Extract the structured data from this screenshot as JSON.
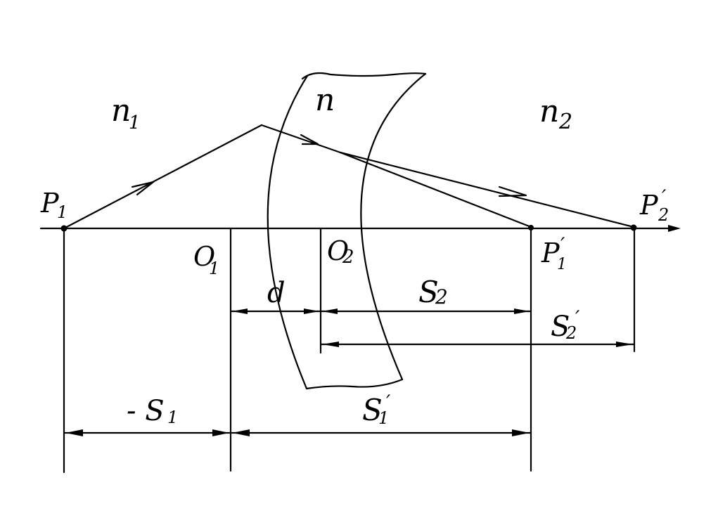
{
  "diagram": {
    "labels": {
      "n1": "n",
      "n1_sub": "1",
      "n": "n",
      "n2": "n",
      "n2_sub": "2",
      "P1": "P",
      "P1_sub": "1",
      "P2p": "P",
      "P2p_sub": "2",
      "P2p_prime": "′",
      "P1p": "P",
      "P1p_sub": "1",
      "P1p_prime": "′",
      "O1": "O",
      "O1_sub": "1",
      "O2": "O",
      "O2_sub": "2",
      "d": "d",
      "S2": "S",
      "S2_sub": "2",
      "S2p": "S",
      "S2p_sub": "2",
      "S2p_prime": "′",
      "minusS1": "- S",
      "minusS1_sub": "1",
      "S1p": "S",
      "S1p_sub": "1",
      "S1p_prime": "′"
    }
  }
}
